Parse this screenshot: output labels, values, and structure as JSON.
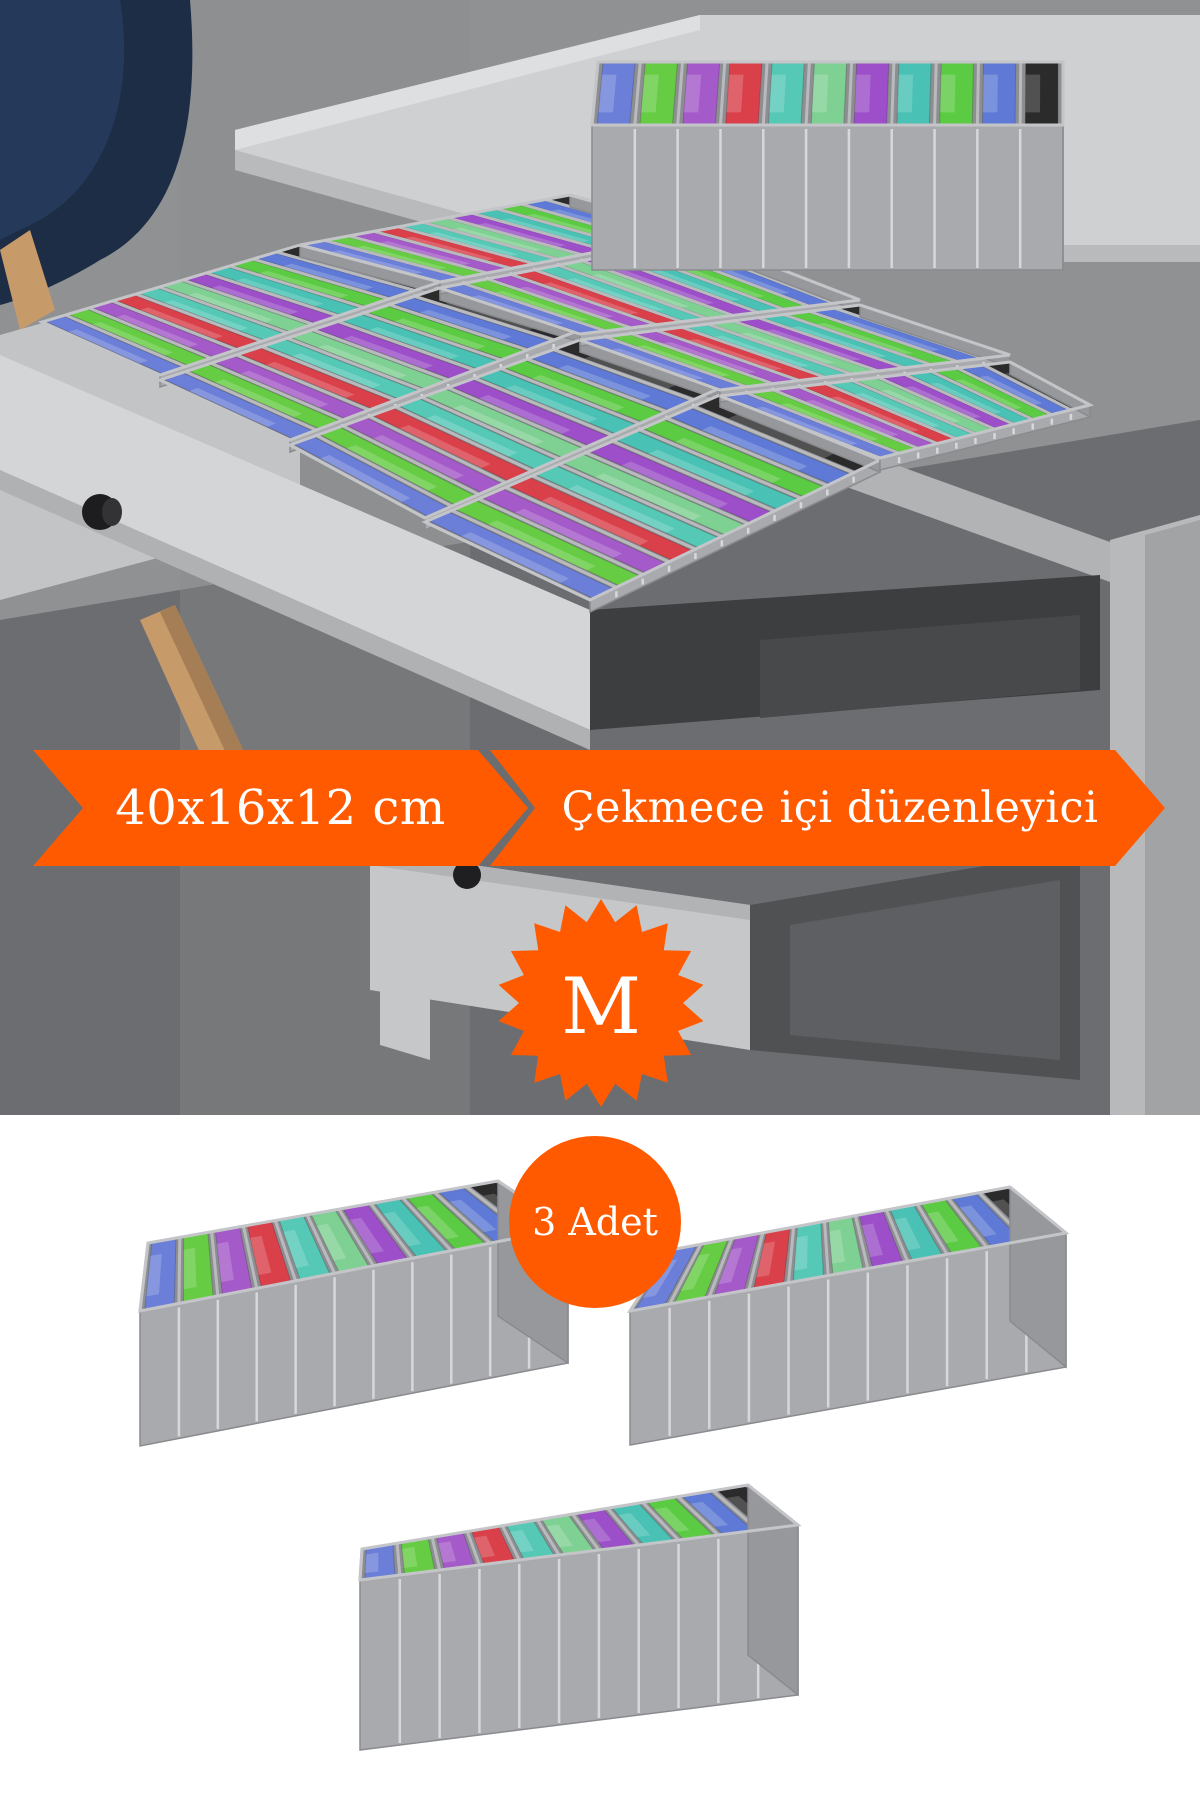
{
  "banners": {
    "size_text": "40x16x12 cm",
    "description_text": "Çekmece içi düzenleyici"
  },
  "badges": {
    "size_label": "M",
    "quantity_label": "3 Adet"
  },
  "colors": {
    "accent_orange": "#ff5a00",
    "organizer_gray": "#a9aaad",
    "desk_white": "#c9cacc"
  },
  "organizer_fill_colors": [
    "#6c7fd8",
    "#66cc44",
    "#a45ac8",
    "#d9404a",
    "#55c8b6",
    "#7fd093",
    "#9c4fc9",
    "#49c1b4",
    "#5ccb44",
    "#5f7ad6",
    "#2b2b2b"
  ],
  "icons": {
    "chair": "chair-illustration",
    "desk": "desk-illustration",
    "organizer": "drawer-organizer-illustration"
  }
}
